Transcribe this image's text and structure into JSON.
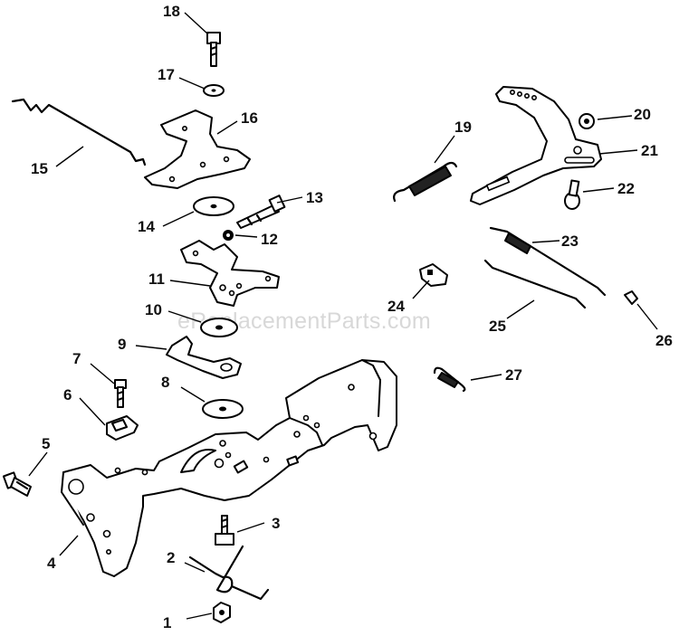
{
  "watermark": "eReplacementParts.com",
  "callouts": {
    "c1": "1",
    "c2": "2",
    "c3": "3",
    "c4": "4",
    "c5": "5",
    "c6": "6",
    "c7": "7",
    "c8": "8",
    "c9": "9",
    "c10": "10",
    "c11": "11",
    "c12": "12",
    "c13": "13",
    "c14": "14",
    "c15": "15",
    "c16": "16",
    "c17": "17",
    "c18": "18",
    "c19": "19",
    "c20": "20",
    "c21": "21",
    "c22": "22",
    "c23": "23",
    "c24": "24",
    "c25": "25",
    "c26": "26",
    "c27": "27"
  }
}
